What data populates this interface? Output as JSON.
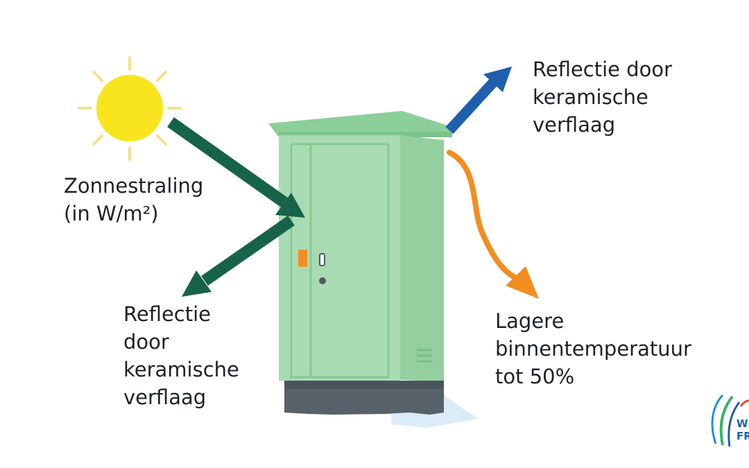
{
  "labels": {
    "sun_radiation": [
      "Zonnestraling",
      "(in W/m²)"
    ],
    "reflection_top": [
      "Reflectie door",
      "keramische",
      "verflaag"
    ],
    "reflection_bottom": [
      "Reflectie",
      "door",
      "keramische",
      "verflaag"
    ],
    "temperature": [
      "Lagere",
      "binnentemperatuur",
      "tot 50%"
    ]
  },
  "logo": {
    "line1": "WE",
    "line2": "FR"
  },
  "colors": {
    "sun": "#f9e51f",
    "sun_rays": "#f3e28a",
    "incoming_arrow": "#17634a",
    "reflection_arrow_top": "#1f5fae",
    "heat_arrow": "#f28e21",
    "cabinet_body": "#a9dbb3",
    "cabinet_top": "#8ccf9b",
    "cabinet_base": "#56616a",
    "handle": "#f28e21"
  },
  "icons": [
    "sun-icon",
    "cabinet-icon",
    "arrow-icon"
  ]
}
